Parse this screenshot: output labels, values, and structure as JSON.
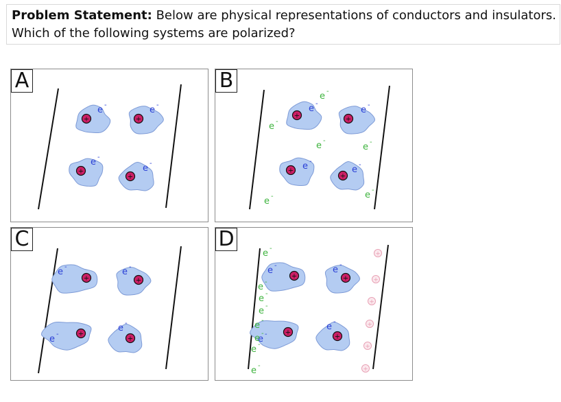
{
  "problem": {
    "heading": "Problem Statement:",
    "text_line1": "Below are physical representations of conductors and insulators.",
    "text_line2": "Which of the following systems are polarized?"
  },
  "symbols": {
    "electron": "e",
    "electron_charge": "-",
    "proton": "+"
  },
  "colors": {
    "atom_fill": "#b4ccf2",
    "atom_stroke": "#7d9ad6",
    "nucleus_fill": "#cc1f66",
    "bound_electron": "#2a3fd6",
    "free_electron": "#3db33d",
    "positive_charge": "#e8a0b4"
  },
  "panels": [
    {
      "id": "A",
      "label": "A",
      "type": "insulator",
      "atoms_shifted": false,
      "free_electrons": 0
    },
    {
      "id": "B",
      "label": "B",
      "type": "conductor",
      "atoms_shifted": false,
      "free_electrons": 6
    },
    {
      "id": "C",
      "label": "C",
      "type": "insulator",
      "atoms_shifted": true,
      "free_electrons": 0
    },
    {
      "id": "D",
      "label": "D",
      "type": "conductor",
      "atoms_shifted": true,
      "free_electrons": 8,
      "positive_charges": 6
    }
  ]
}
